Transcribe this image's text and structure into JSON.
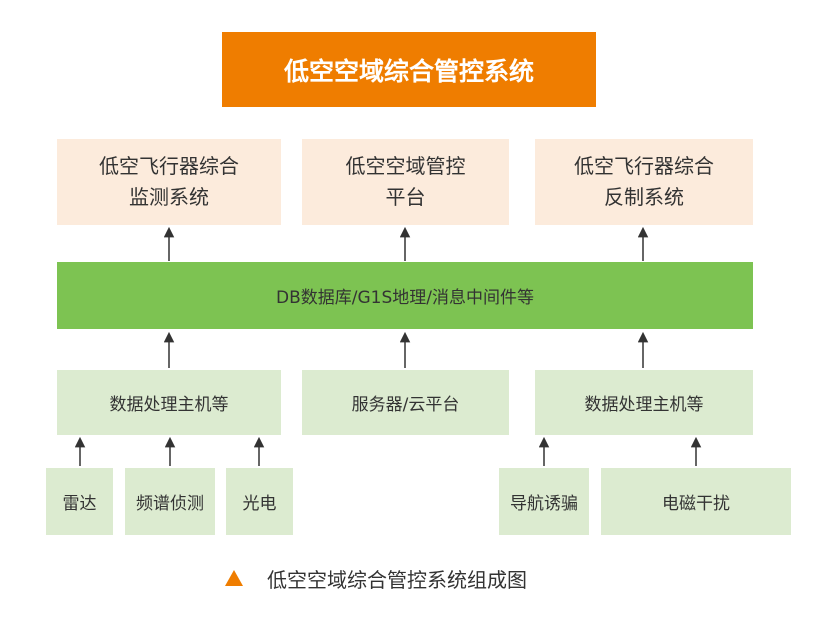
{
  "title": "低空空域综合管控系统",
  "systems": [
    {
      "line1": "低空飞行器综合",
      "line2": "监测系统"
    },
    {
      "line1": "低空空域管控",
      "line2": "平台"
    },
    {
      "line1": "低空飞行器综合",
      "line2": "反制系统"
    }
  ],
  "middleware": "DB数据库/G1S地理/消息中间件等",
  "processing": [
    "数据处理主机等",
    "服务器/云平台",
    "数据处理主机等"
  ],
  "sources": [
    "雷达",
    "频谱侦测",
    "光电",
    "导航诱骗",
    "电磁干扰"
  ],
  "caption": "低空空域综合管控系统组成图",
  "colors": {
    "accent": "#ef7d00",
    "system_fill": "#fcebdc",
    "middleware_fill": "#7dc352",
    "processing_fill": "#dcebd0"
  }
}
